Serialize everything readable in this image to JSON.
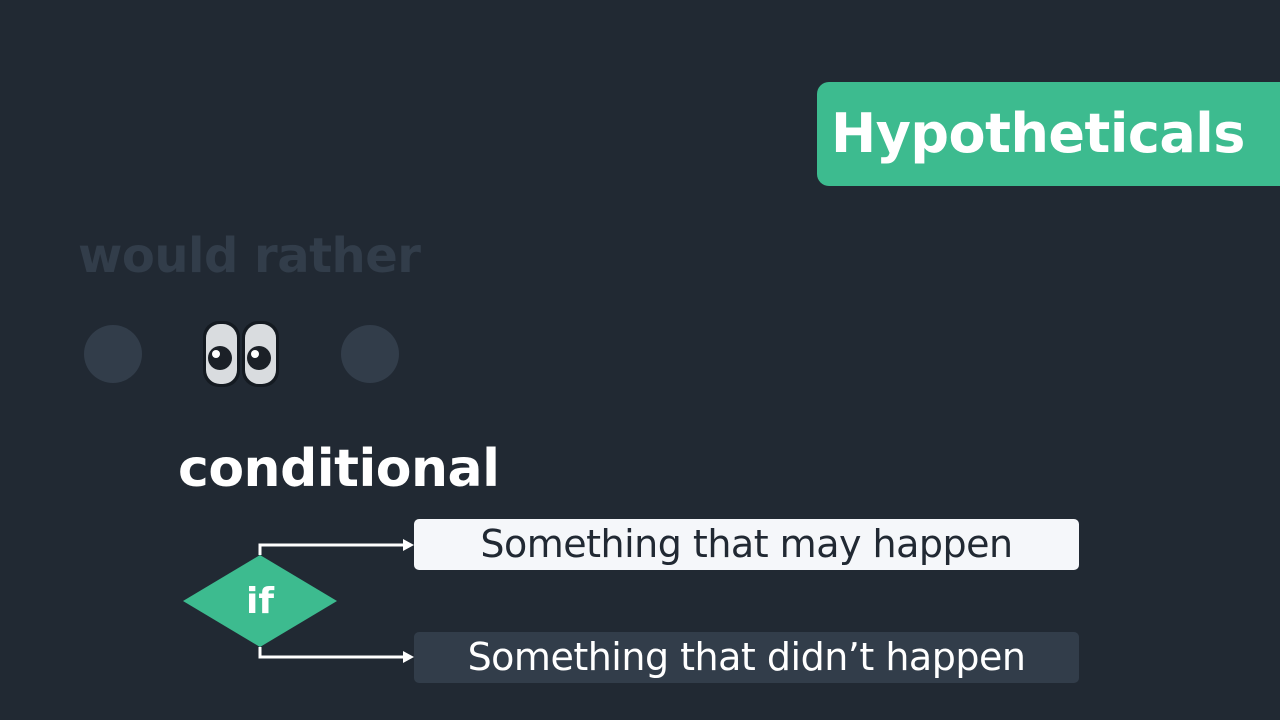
{
  "slide": {
    "title": "Hypotheticals",
    "faded_word": "would rather",
    "section_label": "conditional",
    "diamond_label": "if",
    "branches": [
      "Something that may happen",
      "Something that didn’t happen"
    ]
  },
  "colors": {
    "background": "#212933",
    "accent": "#3dbb8f",
    "muted": "#323d4a",
    "light_box": "#f5f7fa",
    "text_light": "#ffffff"
  },
  "icons": {
    "left_dot": "dot-icon",
    "middle": "eyes-emoji-icon",
    "right_dot": "dot-icon"
  }
}
